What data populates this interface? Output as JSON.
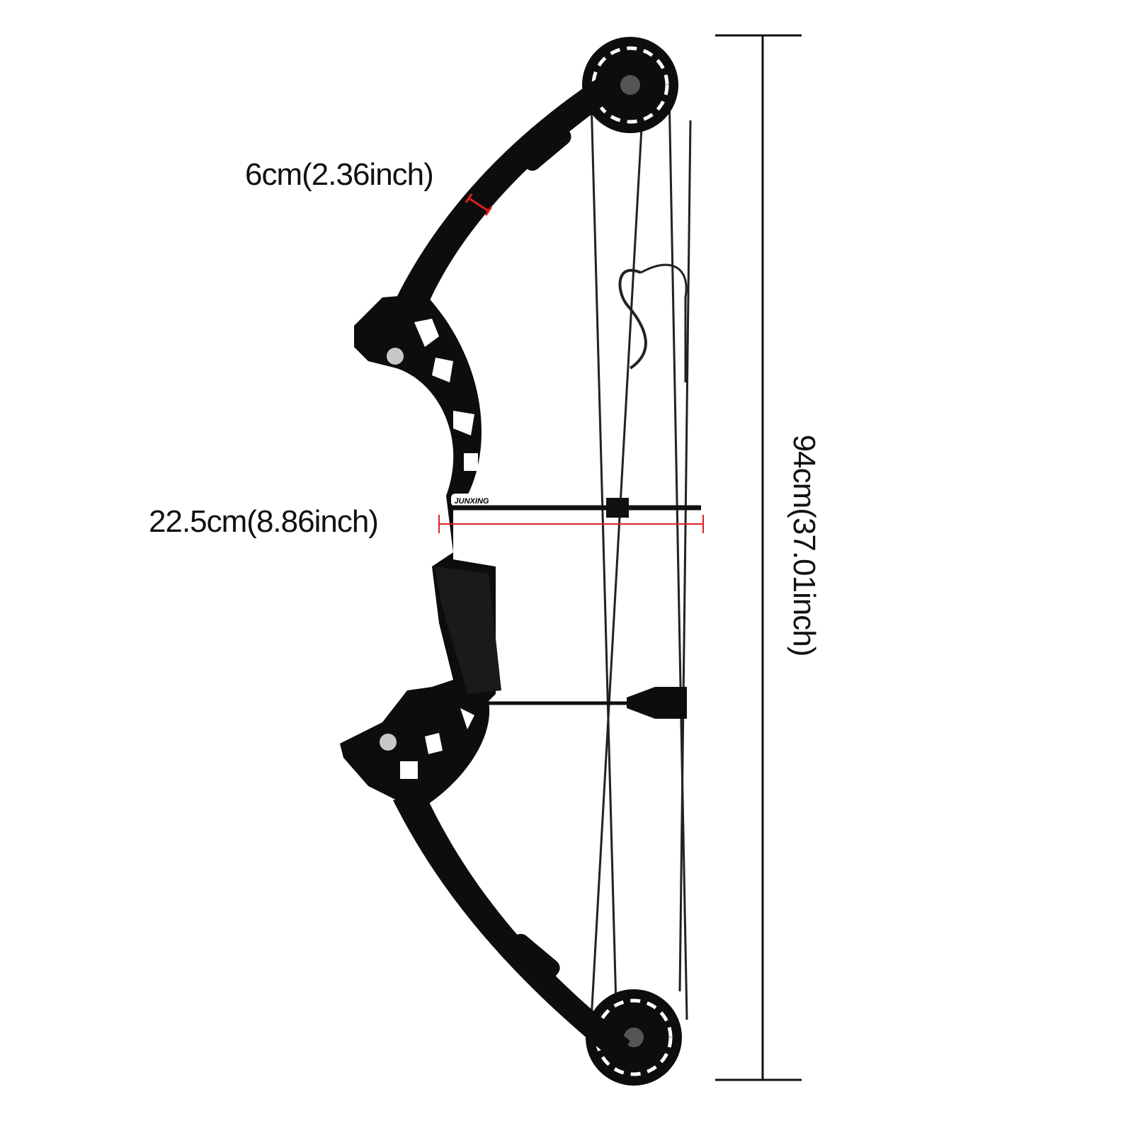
{
  "product": {
    "brand_logo": "JUNXING",
    "color": "#0d0d0d"
  },
  "dimensions": {
    "limb_width": "6cm(2.36inch)",
    "brace_height": "22.5cm(8.86inch)",
    "axle_to_axle_length": "94cm(37.01inch)"
  },
  "colors": {
    "measure_red": "#e02020",
    "dimension_line": "#111111",
    "bow": "#0d0d0d"
  }
}
